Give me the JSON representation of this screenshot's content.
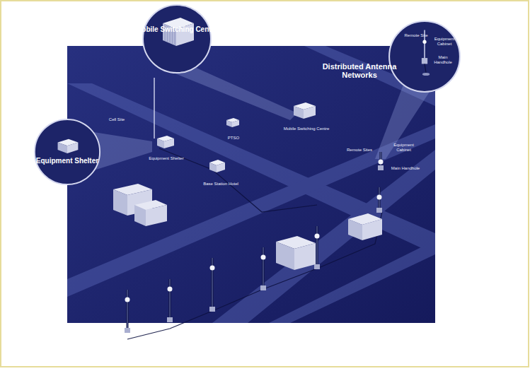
{
  "diagram": {
    "nodes": [
      {
        "text": [
          "Equipment Shelter"
        ]
      },
      {
        "text": [
          "Mobile Switching Center"
        ]
      },
      {
        "text": [
          "Distributed Antenna Networks",
          "Remote Site",
          "Equipment Cabinet",
          "Main Handhole"
        ]
      }
    ],
    "labels": [
      "Cell Site",
      "Equipment Shelter",
      "PTSO",
      "Mobile Switching Centre",
      "Base Station Hotel",
      "Remote Sites",
      "Equipment Cabinet",
      "Main Handhole"
    ]
  }
}
